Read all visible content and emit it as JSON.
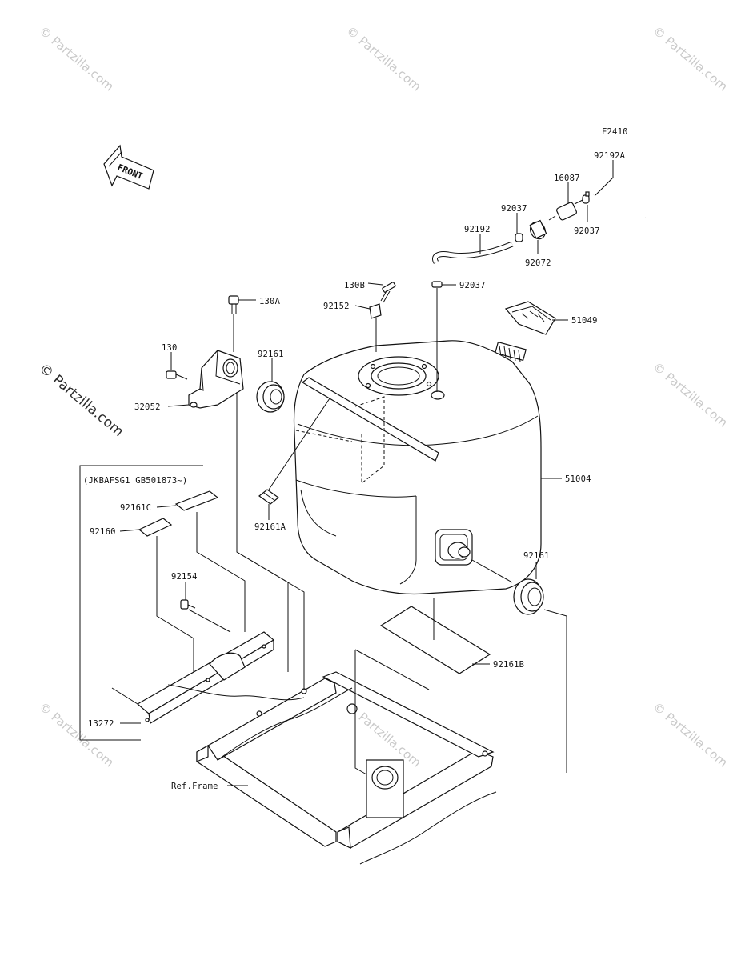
{
  "figure_code": "F2410",
  "front_label": "FRONT",
  "watermarks": {
    "small": "© Partzilla.com",
    "large": "© Partzilla.com"
  },
  "variant_note": "(JKBAFSG1 GB501873~)",
  "callouts": {
    "p92192A": "92192A",
    "p16087": "16087",
    "p92037_a": "92037",
    "p92037_b": "92037",
    "p92037_c": "92037",
    "p92192": "92192",
    "p92072": "92072",
    "p130B": "130B",
    "p92152": "92152",
    "p51049": "51049",
    "p130A": "130A",
    "p130": "130",
    "p92161_a": "92161",
    "p32052": "32052",
    "p51004": "51004",
    "p92161C": "92161C",
    "p92160": "92160",
    "p92161A": "92161A",
    "p92154": "92154",
    "p92161_b": "92161",
    "p92161B": "92161B",
    "p13272": "13272",
    "ref_frame": "Ref.Frame"
  }
}
